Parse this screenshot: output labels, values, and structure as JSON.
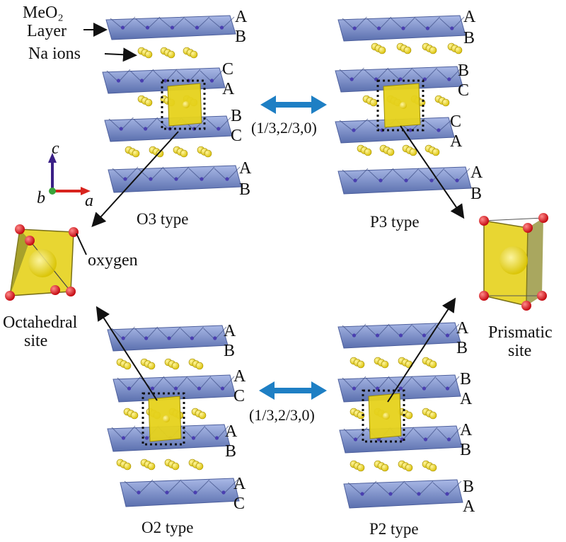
{
  "labels": {
    "meo2_line1": "MeO₂",
    "meo2_line2": "Layer",
    "na_ions": "Na ions",
    "oxygen": "oxygen",
    "octahedral_1": "Octahedral",
    "octahedral_2": "site",
    "prismatic_1": "Prismatic",
    "prismatic_2": "site",
    "shift_top": "(1/3,2/3,0)",
    "shift_bottom": "(1/3,2/3,0)",
    "axis_c": "c",
    "axis_b": "b",
    "axis_a": "a"
  },
  "structures": {
    "o3": {
      "name": "O3 type",
      "stacking": [
        "A",
        "B",
        "C",
        "A",
        "B",
        "C",
        "A",
        "B"
      ]
    },
    "p3": {
      "name": "P3 type",
      "stacking": [
        "A",
        "B",
        "B",
        "C",
        "C",
        "A",
        "A",
        "B"
      ]
    },
    "o2": {
      "name": "O2 type",
      "stacking": [
        "A",
        "B",
        "A",
        "C",
        "A",
        "B",
        "A",
        "C"
      ]
    },
    "p2": {
      "name": "P2 type",
      "stacking": [
        "A",
        "B",
        "B",
        "A",
        "A",
        "B",
        "B",
        "A"
      ]
    }
  },
  "colors": {
    "layer": "#7b8fc8",
    "layer_dark": "#4d5f9c",
    "na": "#f2dd1f",
    "site": "#e6d21c",
    "oxygen": "#e0141a",
    "arrow": "#1e7fc4",
    "axis_c": "#3a1f86",
    "axis_a": "#d8241e",
    "axis_b": "#3aa33a"
  }
}
